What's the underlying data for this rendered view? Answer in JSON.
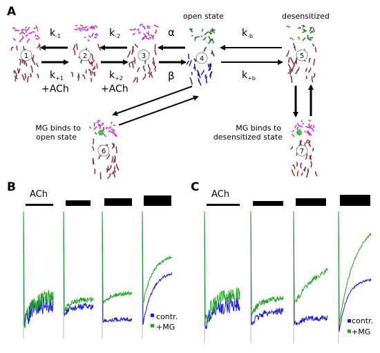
{
  "panelA": {
    "letter": "A",
    "open_state_label": "open state",
    "desensitized_label": "desensitized",
    "state_numbers": [
      "1",
      "2",
      "3",
      "4",
      "5",
      "6",
      "7"
    ],
    "rates": {
      "k_minus1": "k",
      "k_minus1_sub": "-1",
      "k_plus1": "k",
      "k_plus1_sub": "+1",
      "k_minus2": "k",
      "k_minus2_sub": "-2",
      "k_plus2": "k",
      "k_plus2_sub": "+2",
      "alpha": "α",
      "beta": "β",
      "k_minus_b": "k",
      "k_minus_b_sub": "-b",
      "k_plus_b": "k",
      "k_plus_b_sub": "+b"
    },
    "ach_label_1": "+ACh",
    "ach_label_2": "+ACh",
    "mg_open_line1": "MG binds to",
    "mg_open_line2": "open state",
    "mg_desens_line1": "MG binds to",
    "mg_desens_line2": "desensitized state"
  },
  "panelB": {
    "letter": "B",
    "ach_label": "ACh",
    "legend_contr": "contr.",
    "legend_mg": "+MG"
  },
  "panelC": {
    "letter": "C",
    "ach_label": "ACh",
    "legend_contr": "contr.",
    "legend_mg": "+MG"
  },
  "colors": {
    "contr": "#1a1ad6",
    "mg": "#1fa51f",
    "receptor_top": "#cc33cc",
    "receptor_body": "#8b2a2a",
    "open_top": "#2a7a2a",
    "open_body": "#1a1a99"
  }
}
